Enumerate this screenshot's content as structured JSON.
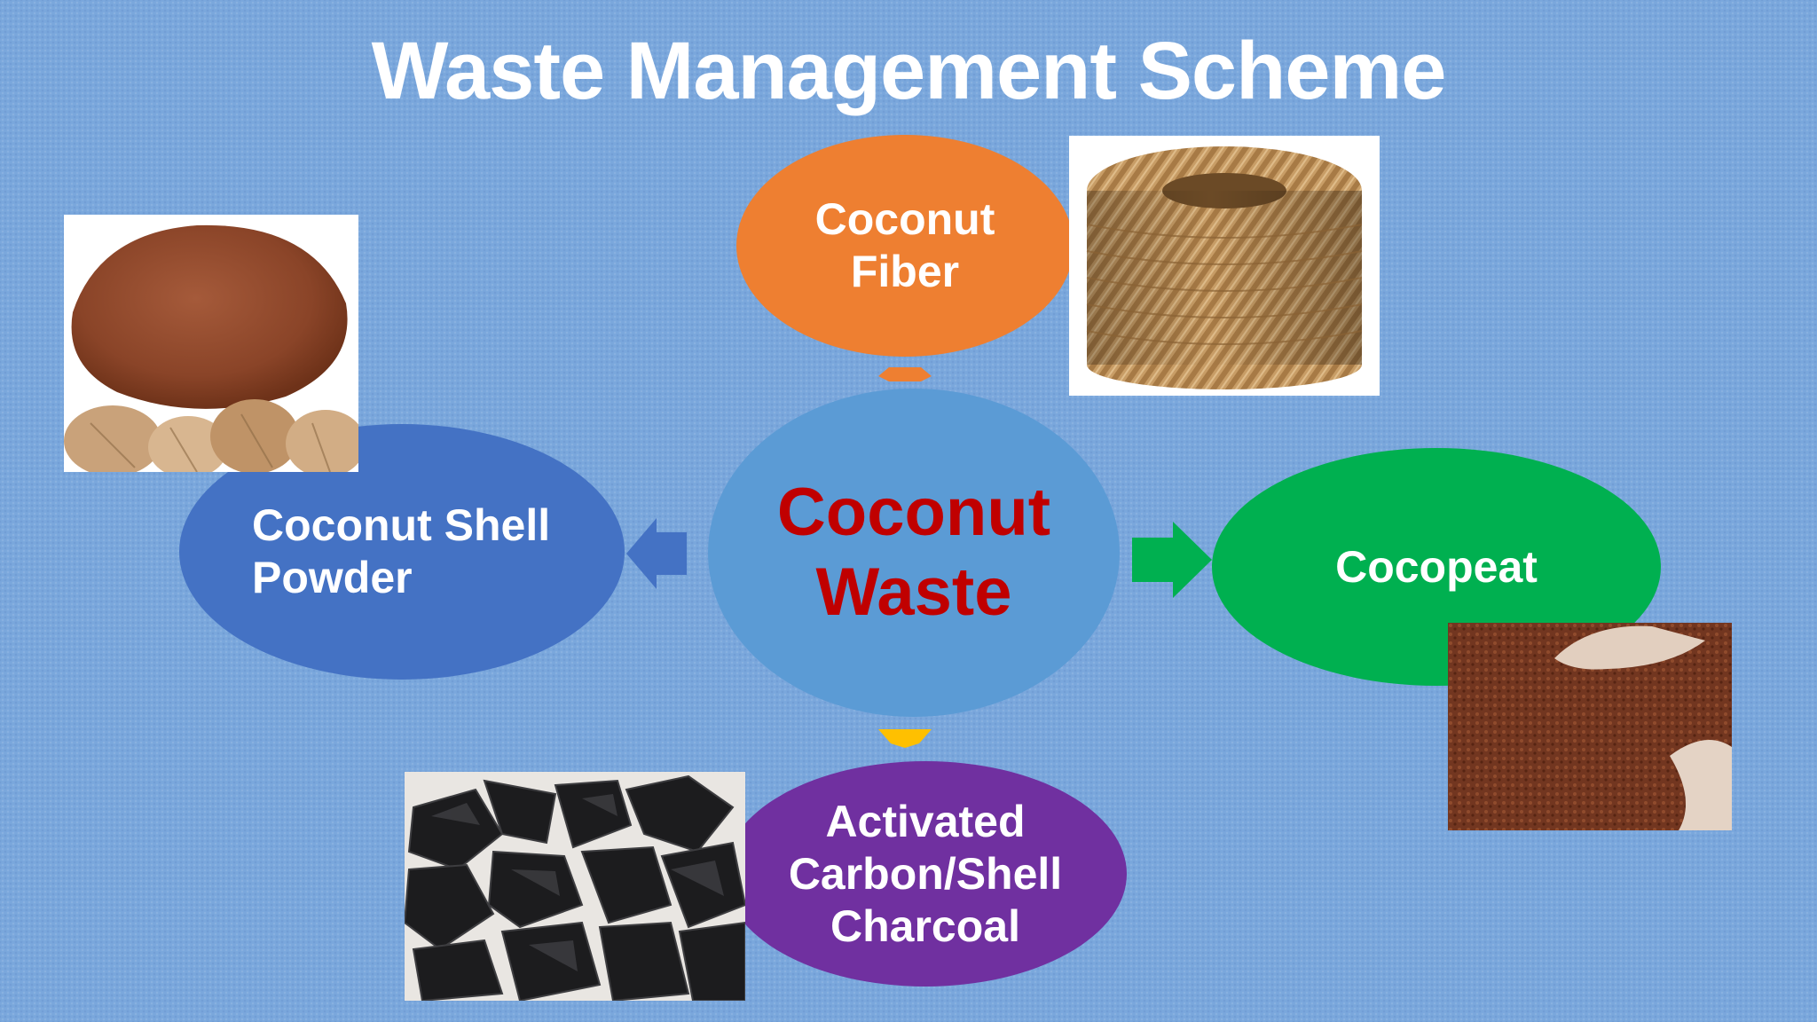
{
  "title": "Waste Management Scheme",
  "nodes": {
    "center": "Coconut\nWaste",
    "fiber": "Coconut\nFiber",
    "shell_powder": "Coconut Shell\nPowder",
    "cocopeat": "Cocopeat",
    "carbon": "Activated\nCarbon/Shell\nCharcoal"
  },
  "colors": {
    "background": "#7aa7dc",
    "fiber": "#ee7f31",
    "center": "#5b9bd5",
    "center_text": "#c00000",
    "shell_powder": "#4472c4",
    "cocopeat": "#00b050",
    "carbon": "#7030a0",
    "arrow_down": "#ffc000"
  },
  "images": [
    "coir-rope-coil",
    "coconut-shell-powder",
    "cocopeat-in-hands",
    "shell-charcoal-pieces"
  ]
}
